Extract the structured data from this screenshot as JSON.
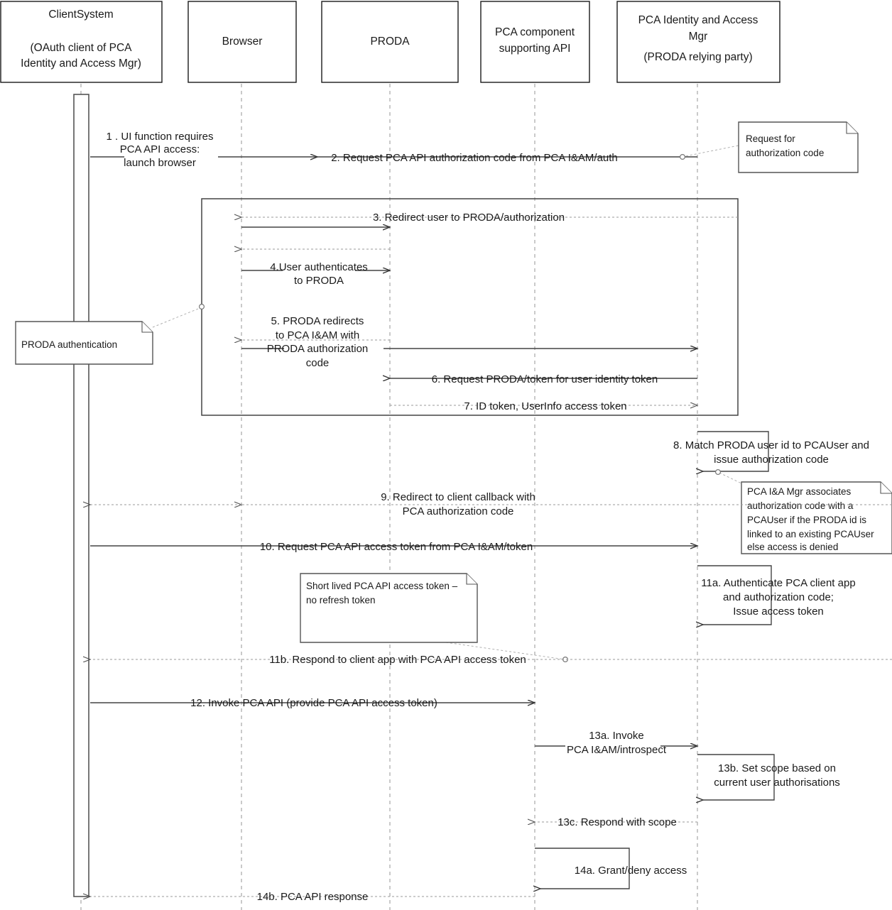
{
  "diagram": {
    "title": "PCA API OAuth / PRODA authentication sequence diagram",
    "type": "uml-sequence-diagram",
    "background": "#ffffff",
    "line_color": "#444444",
    "lifeline_color": "#bdbdbd"
  },
  "participants": [
    {
      "id": "client",
      "lines": [
        "ClientSystem",
        "",
        "(OAuth client of PCA",
        "Identity and Access Mgr)"
      ]
    },
    {
      "id": "browser",
      "lines": [
        "Browser"
      ]
    },
    {
      "id": "proda",
      "lines": [
        "PRODA"
      ]
    },
    {
      "id": "pcaapi",
      "lines": [
        "PCA component",
        "supporting API"
      ]
    },
    {
      "id": "iam",
      "lines": [
        "PCA Identity and Access",
        "Mgr",
        "(PRODA relying party)"
      ]
    }
  ],
  "messages": [
    {
      "id": "m1",
      "lines": [
        "1 . UI function requires",
        "PCA API access:",
        "launch browser"
      ]
    },
    {
      "id": "m2",
      "lines": [
        "2. Request PCA API authorization code from PCA I&AM/auth"
      ]
    },
    {
      "id": "m3",
      "lines": [
        "3. Redirect user to PRODA/authorization"
      ]
    },
    {
      "id": "m4",
      "lines": [
        "4.User authenticates",
        "to PRODA"
      ]
    },
    {
      "id": "m5",
      "lines": [
        "5. PRODA redirects",
        "to PCA I&AM with",
        "PRODA authorization",
        "code"
      ]
    },
    {
      "id": "m6",
      "lines": [
        "6. Request PRODA/token for user identity token"
      ]
    },
    {
      "id": "m7",
      "lines": [
        "7.  ID token, UserInfo access token"
      ]
    },
    {
      "id": "m8",
      "lines": [
        "8. Match PRODA user id to PCAUser and",
        "issue authorization code"
      ]
    },
    {
      "id": "m9",
      "lines": [
        "9. Redirect to client callback  with",
        "PCA authorization code"
      ]
    },
    {
      "id": "m10",
      "lines": [
        "10. Request PCA API access token from PCA I&AM/token"
      ]
    },
    {
      "id": "m11a",
      "lines": [
        "11a. Authenticate PCA client app",
        "and authorization code;",
        "Issue access token"
      ]
    },
    {
      "id": "m11b",
      "lines": [
        "11b. Respond to client app with PCA API access token"
      ]
    },
    {
      "id": "m12",
      "lines": [
        "12. Invoke PCA API (provide PCA API access token)"
      ]
    },
    {
      "id": "m13a",
      "lines": [
        "13a. Invoke",
        "PCA I&AM/introspect"
      ]
    },
    {
      "id": "m13b",
      "lines": [
        "13b. Set scope based on",
        "current user authorisations"
      ]
    },
    {
      "id": "m13c",
      "lines": [
        "13c. Respond with scope"
      ]
    },
    {
      "id": "m14a",
      "lines": [
        "14a. Grant/deny access"
      ]
    },
    {
      "id": "m14b",
      "lines": [
        "14b. PCA API response"
      ]
    }
  ],
  "notes": [
    {
      "id": "n1",
      "lines": [
        "Request for",
        "authorization code"
      ]
    },
    {
      "id": "n2",
      "lines": [
        "PRODA authentication"
      ]
    },
    {
      "id": "n3",
      "lines": [
        "PCA I&A Mgr associates",
        "authorization  code with a",
        "PCAUser if the PRODA id is",
        "linked to an existing PCAUser",
        "else access is denied"
      ]
    },
    {
      "id": "n4",
      "lines": [
        "Short lived PCA API access token –",
        "no refresh token"
      ]
    }
  ]
}
